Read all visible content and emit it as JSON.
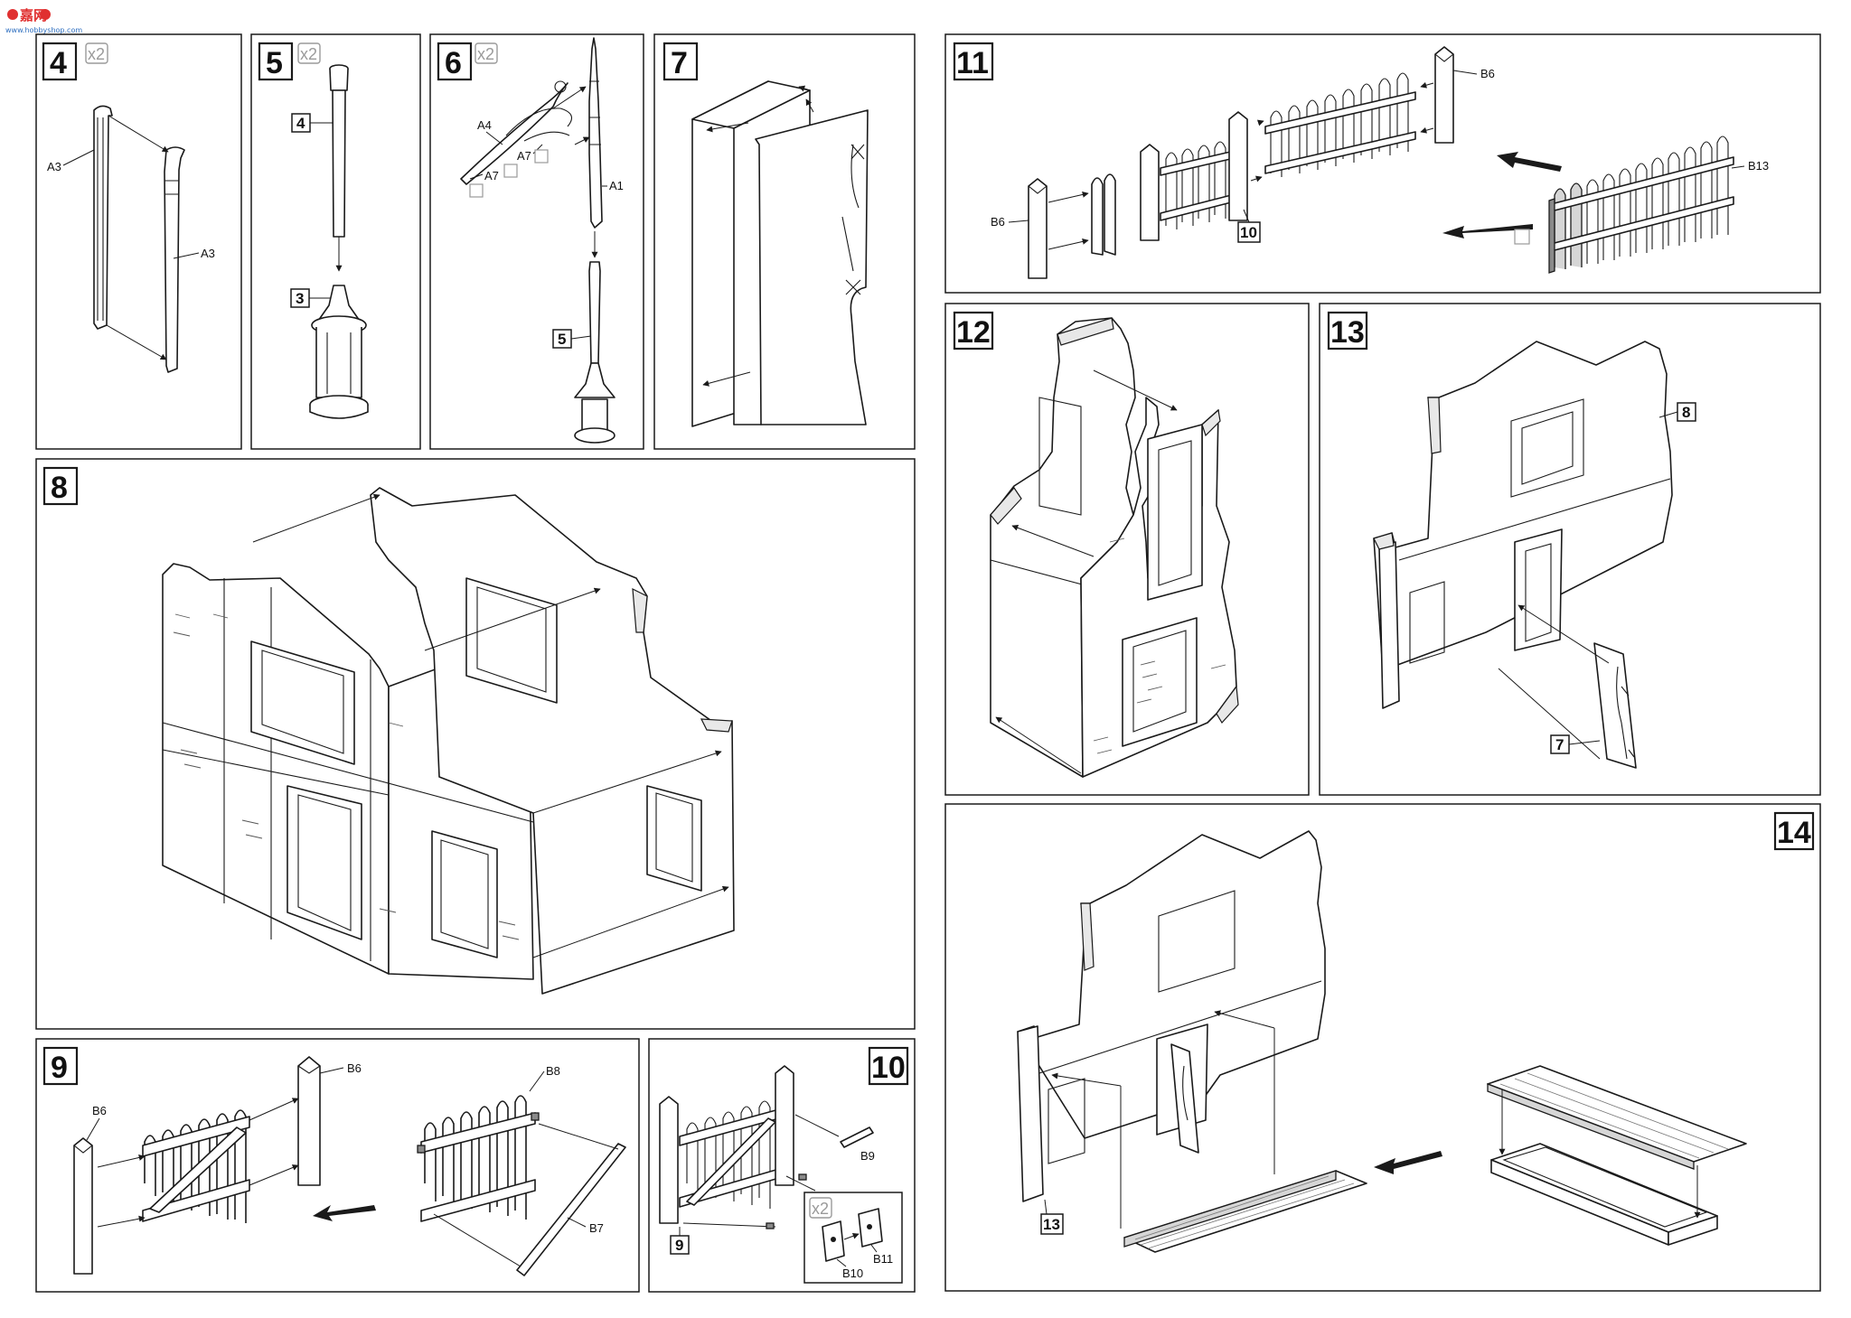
{
  "watermark": {
    "logo_text": "嘉网",
    "sub_text": "www.hobbyshop.com"
  },
  "steps": [
    {
      "number": "4",
      "qty": "x2"
    },
    {
      "number": "5",
      "qty": "x2"
    },
    {
      "number": "6",
      "qty": "x2"
    },
    {
      "number": "7",
      "qty": ""
    },
    {
      "number": "8",
      "qty": ""
    },
    {
      "number": "9",
      "qty": ""
    },
    {
      "number": "10",
      "qty": ""
    },
    {
      "number": "11",
      "qty": ""
    },
    {
      "number": "12",
      "qty": ""
    },
    {
      "number": "13",
      "qty": ""
    },
    {
      "number": "14",
      "qty": ""
    }
  ],
  "parts": {
    "A1": "A1",
    "A3": "A3",
    "A4": "A4",
    "A7": "A7",
    "B6": "B6",
    "B7": "B7",
    "B8": "B8",
    "B9": "B9",
    "B10": "B10",
    "B11": "B11",
    "B13": "B13"
  },
  "refs": {
    "s5_ref_4": "4",
    "s5_ref_3": "3",
    "s6_ref_5": "5",
    "s10_ref_9": "9",
    "s10_qty": "x2",
    "s11_ref_10": "10",
    "s13_ref_8": "8",
    "s13_ref_7": "7",
    "s14_ref_13": "13"
  }
}
